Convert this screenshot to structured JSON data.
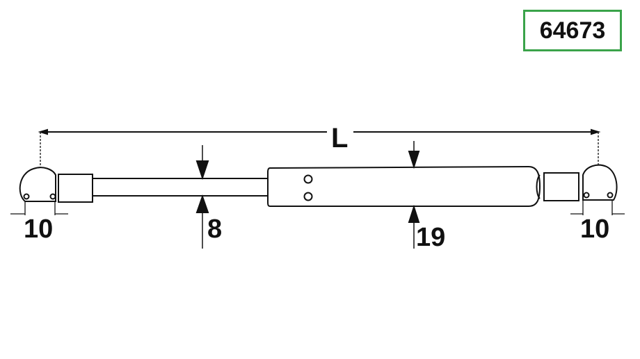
{
  "part_number": "64673",
  "badge_color": "#3aa34a",
  "dimensions": {
    "length_label": "L",
    "left_end": "10",
    "rod_diameter": "8",
    "cylinder_diameter": "19",
    "right_end": "10"
  }
}
